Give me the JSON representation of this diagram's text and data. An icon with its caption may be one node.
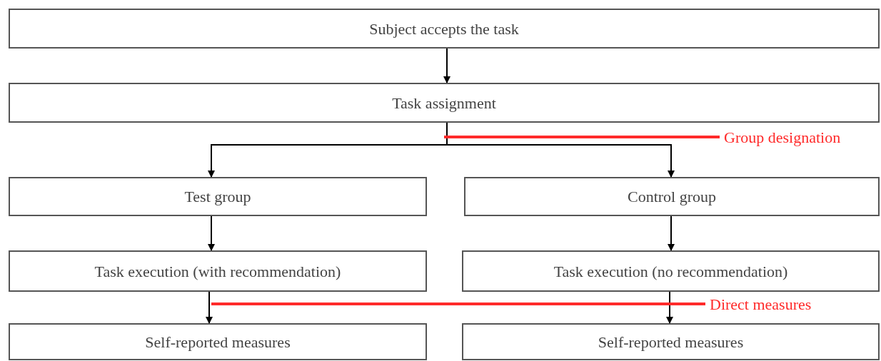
{
  "diagram": {
    "nodes": [
      {
        "text": [
          "Subject accepts the task"
        ]
      },
      {
        "text": [
          "Task assignment"
        ]
      },
      {
        "text": [
          "Test group"
        ]
      },
      {
        "text": [
          "Control group"
        ]
      },
      {
        "text": [
          "Task execution (with recommendation)"
        ]
      },
      {
        "text": [
          "Task execution (no recommendation)"
        ]
      },
      {
        "text": [
          "Self-reported measures"
        ]
      },
      {
        "text": [
          "Self-reported measures"
        ]
      },
      {
        "text": [
          "Group designation"
        ]
      },
      {
        "text": [
          "Direct measures"
        ]
      }
    ],
    "edges": [
      {
        "from": 0,
        "to": 1,
        "arrow": "to"
      },
      {
        "from": 1,
        "to": 2,
        "arrow": "to"
      },
      {
        "from": 1,
        "to": 3,
        "arrow": "to"
      },
      {
        "from": 2,
        "to": 4,
        "arrow": "to"
      },
      {
        "from": 3,
        "to": 5,
        "arrow": "to"
      },
      {
        "from": 4,
        "to": 6,
        "arrow": "to"
      },
      {
        "from": 5,
        "to": 7,
        "arrow": "to"
      },
      {
        "from": 8,
        "to": null,
        "arrow": "none",
        "style": "thick",
        "color": "#ff2a2a"
      },
      {
        "from": 9,
        "to": null,
        "arrow": "none",
        "style": "thick",
        "color": "#ff2a2a"
      }
    ]
  }
}
